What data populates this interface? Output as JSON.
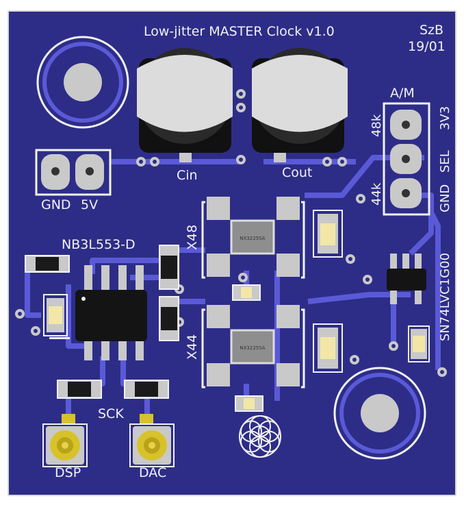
{
  "board": {
    "title": "Low-jitter MASTER Clock v1.0",
    "author": "SzB",
    "date": "19/01"
  },
  "labels": {
    "cin": "Cin",
    "cout": "Cout",
    "gnd": "GND",
    "v5": "5V",
    "am": "A/M",
    "k48": "48k",
    "k44": "44k",
    "v3v3": "3V3",
    "sel": "SEL",
    "gnd_right": "GND",
    "x48": "X48",
    "x44": "X44",
    "nb3l553": "NB3L553-D",
    "sn74": "SN74LVC1G00",
    "sck": "SCK",
    "dsp": "DSP",
    "dac": "DAC"
  },
  "chips": {
    "osc_marking_1": "NX3225SA",
    "osc_marking_2": "NX3225SA"
  },
  "colors": {
    "board": "#2f2f8c",
    "copper": "#5a5ad8",
    "silk": "#f2f2f2",
    "pad": "#c9c9c9",
    "gold": "#d8c22a"
  }
}
